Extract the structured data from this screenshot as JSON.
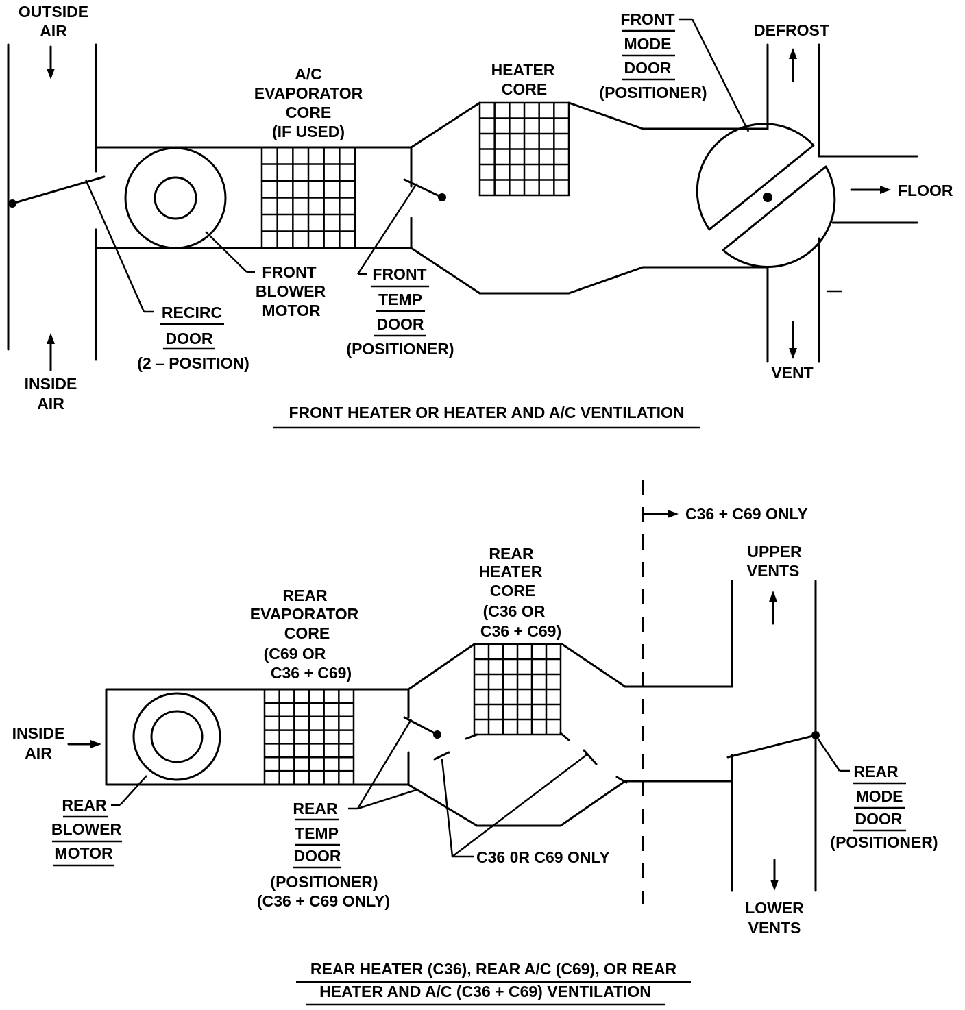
{
  "top": {
    "outside_air": [
      "OUTSIDE",
      "AIR"
    ],
    "inside_air": [
      "INSIDE",
      "AIR"
    ],
    "evaporator": [
      "A/C",
      "EVAPORATOR",
      "CORE",
      "(IF USED)"
    ],
    "heater_core": [
      "HEATER",
      "CORE"
    ],
    "front_mode_door": [
      "FRONT",
      "MODE",
      "DOOR",
      "(POSITIONER)"
    ],
    "defrost": "DEFROST",
    "floor": "FLOOR",
    "vent": "VENT",
    "recirc_door": [
      "RECIRC",
      "DOOR",
      "(2 – POSITION)"
    ],
    "front_blower": [
      "FRONT",
      "BLOWER",
      "MOTOR"
    ],
    "front_temp_door": [
      "FRONT",
      "TEMP",
      "DOOR",
      "(POSITIONER)"
    ],
    "caption": "FRONT HEATER OR HEATER AND A/C VENTILATION"
  },
  "bottom": {
    "c36_c69_only": "C36 + C69 ONLY",
    "upper_vents": [
      "UPPER",
      "VENTS"
    ],
    "rear_heater_core": [
      "REAR",
      "HEATER",
      "CORE",
      "(C36 OR",
      "C36 + C69)"
    ],
    "rear_evaporator": [
      "REAR",
      "EVAPORATOR",
      "CORE",
      "(C69 OR",
      "C36 + C69)"
    ],
    "inside_air": [
      "INSIDE",
      "AIR"
    ],
    "rear_blower": [
      "REAR",
      "BLOWER",
      "MOTOR"
    ],
    "rear_temp_door": [
      "REAR",
      "TEMP",
      "DOOR",
      "(POSITIONER)",
      "(C36 + C69 ONLY)"
    ],
    "c36_or_c69_only": "C36 0R C69 ONLY",
    "rear_mode_door": [
      "REAR",
      "MODE",
      "DOOR",
      "(POSITIONER)"
    ],
    "lower_vents": [
      "LOWER",
      "VENTS"
    ],
    "caption": [
      "REAR HEATER (C36), REAR A/C (C69), OR REAR",
      "HEATER AND A/C (C36 + C69) VENTILATION"
    ]
  }
}
